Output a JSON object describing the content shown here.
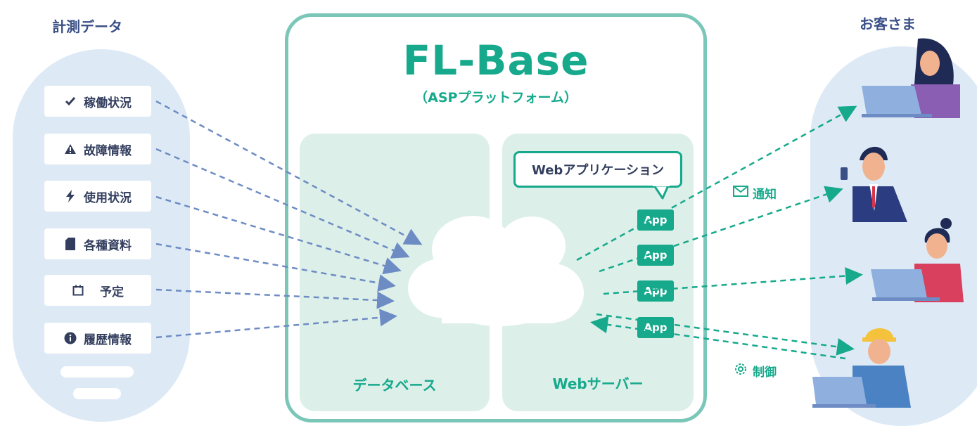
{
  "left": {
    "title": "計測データ",
    "items": [
      {
        "label": "稼働状況",
        "icon": "check-icon"
      },
      {
        "label": "故障情報",
        "icon": "warning-icon"
      },
      {
        "label": "使用状況",
        "icon": "lightning-icon"
      },
      {
        "label": "各種資料",
        "icon": "document-icon"
      },
      {
        "label": "予定",
        "icon": "calendar-icon"
      },
      {
        "label": "履歴情報",
        "icon": "info-icon"
      }
    ]
  },
  "center": {
    "title": "FL-Base",
    "subtitle": "（ASPプラットフォーム）",
    "database_label": "データベース",
    "webserver_label": "Webサーバー",
    "webapp_label": "Webアプリケーション",
    "app_badges": [
      "App",
      "App",
      "App",
      "App"
    ]
  },
  "right": {
    "title": "お客さま",
    "notify_label": "通知",
    "control_label": "制御"
  },
  "colors": {
    "teal": "#16a98c",
    "frame": "#7ac7b9",
    "panel": "#ddeaf6",
    "blue_arrow": "#6e8cc4",
    "navy_text": "#3a4f86"
  }
}
